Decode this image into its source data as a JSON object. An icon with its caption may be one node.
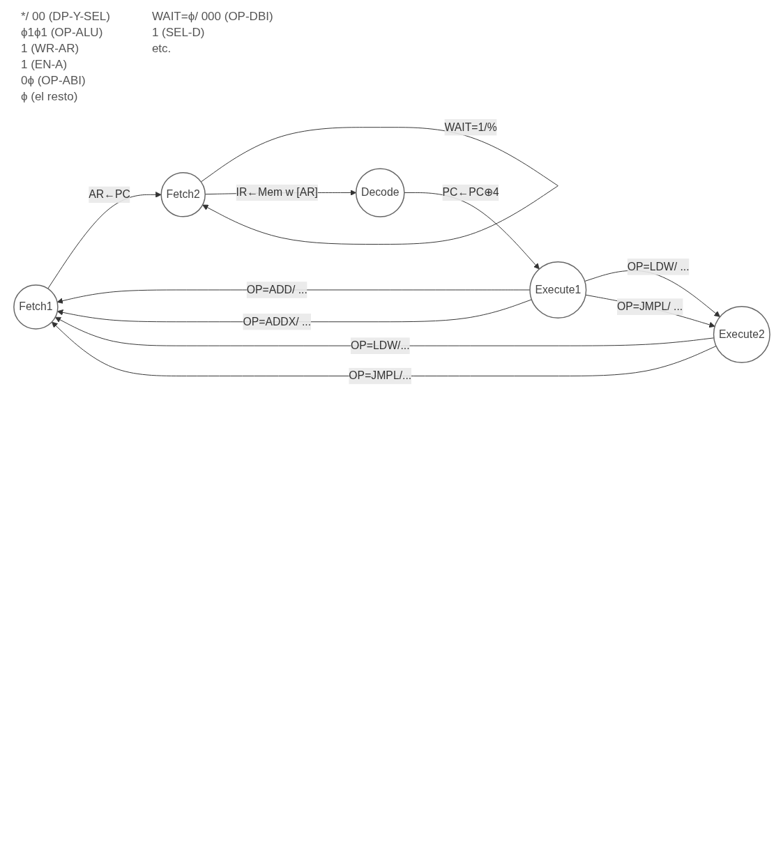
{
  "diagram": {
    "nodes": [
      {
        "text": [
          "Fetch1"
        ]
      },
      {
        "text": [
          "Fetch2"
        ]
      },
      {
        "text": [
          "Decode"
        ]
      },
      {
        "text": [
          "Execute1"
        ]
      },
      {
        "text": [
          "Execute2"
        ]
      }
    ],
    "edges": [
      {
        "from": 0,
        "to": 1,
        "arrow": "to",
        "label": "AR←PC"
      },
      {
        "from": 1,
        "to": 1,
        "arrow": "to",
        "label": "WAIT=1/%"
      },
      {
        "from": 1,
        "to": 2,
        "arrow": "to",
        "label": "IR←Mem w [AR]"
      },
      {
        "from": 2,
        "to": 3,
        "arrow": "to",
        "label": "PC←PC⊕4"
      },
      {
        "from": 3,
        "to": 0,
        "arrow": "to",
        "label": "OP=ADD/ ..."
      },
      {
        "from": 3,
        "to": 0,
        "arrow": "to",
        "label": "OP=ADDX/ ..."
      },
      {
        "from": 3,
        "to": 4,
        "arrow": "to",
        "label": "OP=LDW/ ..."
      },
      {
        "from": 3,
        "to": 4,
        "arrow": "to",
        "label": "OP=JMPL/ ..."
      },
      {
        "from": 4,
        "to": 0,
        "arrow": "to",
        "label": "OP=LDW/..."
      },
      {
        "from": 4,
        "to": 0,
        "arrow": "to",
        "label": "OP=JMPL/..."
      }
    ],
    "labels": [
      "*/ 00 (DP-Y-SEL)",
      "ϕ1ϕ1 (OP-ALU)",
      "1 (WR-AR)",
      "1 (EN-A)",
      "0ϕ (OP-ABI)",
      "ϕ (el resto)",
      "WAIT=ϕ/ 000 (OP-DBI)",
      "1 (SEL-D)",
      "etc."
    ]
  }
}
